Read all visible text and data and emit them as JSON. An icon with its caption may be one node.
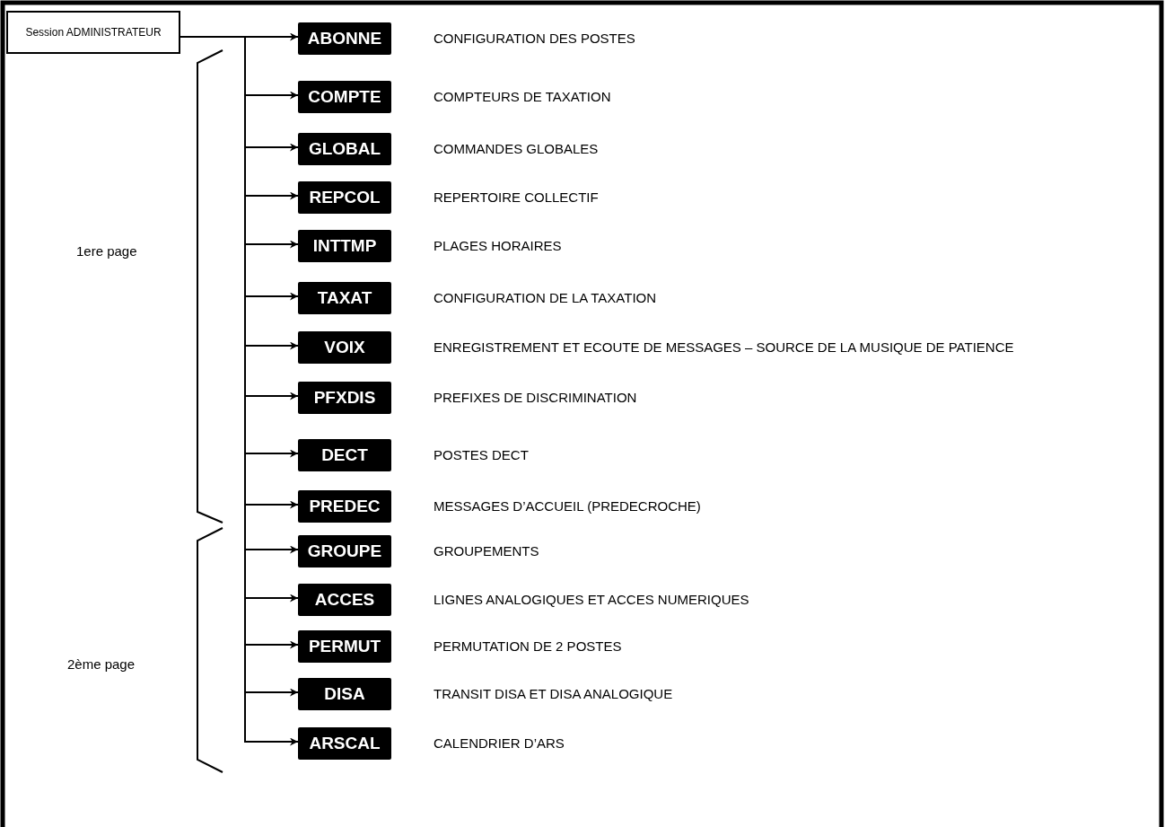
{
  "diagram": {
    "nodes": [
      {
        "text": [
          "Session ADMINISTRATEUR"
        ]
      },
      {
        "text": [
          "ABONNE"
        ],
        "beside": [
          "CONFIGURATION DES POSTES"
        ]
      },
      {
        "text": [
          "COMPTE"
        ],
        "beside": [
          "COMPTEURS DE TAXATION"
        ]
      },
      {
        "text": [
          "GLOBAL"
        ],
        "beside": [
          "COMMANDES GLOBALES"
        ]
      },
      {
        "text": [
          "REPCOL"
        ],
        "beside": [
          "REPERTOIRE COLLECTIF"
        ]
      },
      {
        "text": [
          "INTTMP"
        ],
        "beside": [
          "PLAGES HORAIRES"
        ]
      },
      {
        "text": [
          "TAXAT"
        ],
        "beside": [
          "CONFIGURATION DE LA TAXATION"
        ]
      },
      {
        "text": [
          "VOIX"
        ],
        "beside": [
          "ENREGISTREMENT ET ECOUTE DE MESSAGES – SOURCE DE LA MUSIQUE DE PATIENCE"
        ]
      },
      {
        "text": [
          "PFXDIS"
        ],
        "beside": [
          "PREFIXES DE DISCRIMINATION"
        ]
      },
      {
        "text": [
          "DECT"
        ],
        "beside": [
          "POSTES DECT"
        ]
      },
      {
        "text": [
          "PREDEC"
        ],
        "beside": [
          "MESSAGES D’ACCUEIL (PREDECROCHE)"
        ]
      },
      {
        "text": [
          "GROUPE"
        ],
        "beside": [
          "GROUPEMENTS"
        ]
      },
      {
        "text": [
          "ACCES"
        ],
        "beside": [
          "LIGNES ANALOGIQUES ET ACCES NUMERIQUES"
        ]
      },
      {
        "text": [
          "PERMUT"
        ],
        "beside": [
          "PERMUTATION DE 2 POSTES"
        ]
      },
      {
        "text": [
          "DISA"
        ],
        "beside": [
          "TRANSIT DISA ET DISA ANALOGIQUE"
        ]
      },
      {
        "text": [
          "ARSCAL"
        ],
        "beside": [
          "CALENDRIER D’ARS"
        ]
      }
    ],
    "edges": [
      {
        "from": 0,
        "to": 1,
        "arrow": "to"
      },
      {
        "from": 0,
        "to": 2,
        "arrow": "to"
      },
      {
        "from": 0,
        "to": 3,
        "arrow": "to"
      },
      {
        "from": 0,
        "to": 4,
        "arrow": "to"
      },
      {
        "from": 0,
        "to": 5,
        "arrow": "to"
      },
      {
        "from": 0,
        "to": 6,
        "arrow": "to"
      },
      {
        "from": 0,
        "to": 7,
        "arrow": "to"
      },
      {
        "from": 0,
        "to": 8,
        "arrow": "to"
      },
      {
        "from": 0,
        "to": 9,
        "arrow": "to"
      },
      {
        "from": 0,
        "to": 10,
        "arrow": "to"
      },
      {
        "from": 0,
        "to": 11,
        "arrow": "to"
      },
      {
        "from": 0,
        "to": 12,
        "arrow": "to"
      },
      {
        "from": 0,
        "to": 13,
        "arrow": "to"
      },
      {
        "from": 0,
        "to": 14,
        "arrow": "to"
      },
      {
        "from": 0,
        "to": 15,
        "arrow": "to"
      }
    ],
    "labels": [
      "1ere page",
      "2ème page"
    ]
  }
}
